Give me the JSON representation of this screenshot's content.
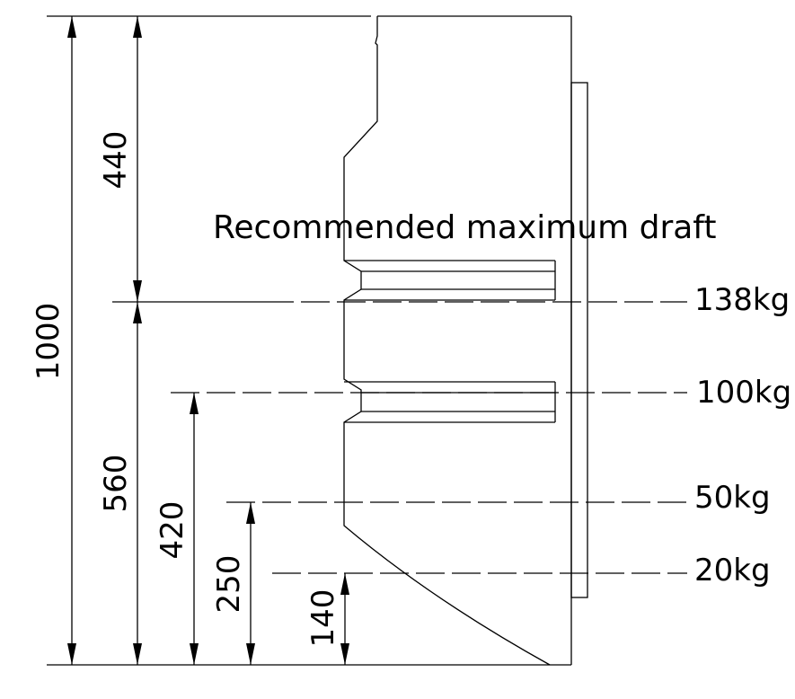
{
  "note": "Recommended maximum draft",
  "load_lines": [
    {
      "label": "138kg"
    },
    {
      "label": "100kg"
    },
    {
      "label": "50kg"
    },
    {
      "label": "20kg"
    }
  ],
  "dimensions": {
    "total": "1000",
    "upper": "440",
    "lower": "560",
    "d420": "420",
    "d250": "250",
    "d140": "140"
  }
}
